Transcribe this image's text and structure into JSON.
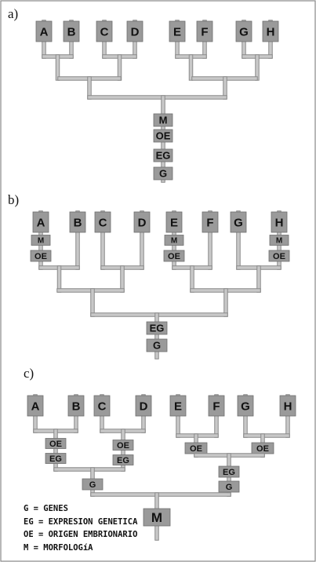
{
  "panels": [
    {
      "label": "a)",
      "leaves": [
        "A",
        "B",
        "C",
        "D",
        "E",
        "F",
        "G",
        "H"
      ],
      "root_stack": [
        "M",
        "OE",
        "EG",
        "G"
      ]
    },
    {
      "label": "b)",
      "leaves": [
        "A",
        "B",
        "C",
        "D",
        "E",
        "F",
        "G",
        "H"
      ],
      "leaf_tags": {
        "A": [
          "M",
          "OE"
        ],
        "E": [
          "M",
          "OE"
        ],
        "H": [
          "M",
          "OE"
        ]
      },
      "root_stack": [
        "EG",
        "G"
      ]
    },
    {
      "label": "c)",
      "leaves": [
        "A",
        "B",
        "C",
        "D",
        "E",
        "F",
        "G",
        "H"
      ],
      "internal_tags": {
        "AB": [
          "OE",
          "EG"
        ],
        "CD": [
          "OE",
          "EG"
        ],
        "EF": [
          "OE"
        ],
        "GH": [
          "OE"
        ],
        "ABCD": [
          "G"
        ],
        "EFGH": [
          "EG",
          "G"
        ]
      },
      "root_stack": [
        "M"
      ]
    }
  ],
  "legend": [
    "G = GENES",
    "EG = EXPRESION GENETICA",
    "OE = ORIGEN EMBRIONARIO",
    "M = MORFOLOGíA"
  ],
  "colors": {
    "branch": "#c8c8c8",
    "branch_edge": "#8a8a8a",
    "box": "#9a9a9a",
    "box_text": "#111111",
    "frame": "#888888"
  }
}
